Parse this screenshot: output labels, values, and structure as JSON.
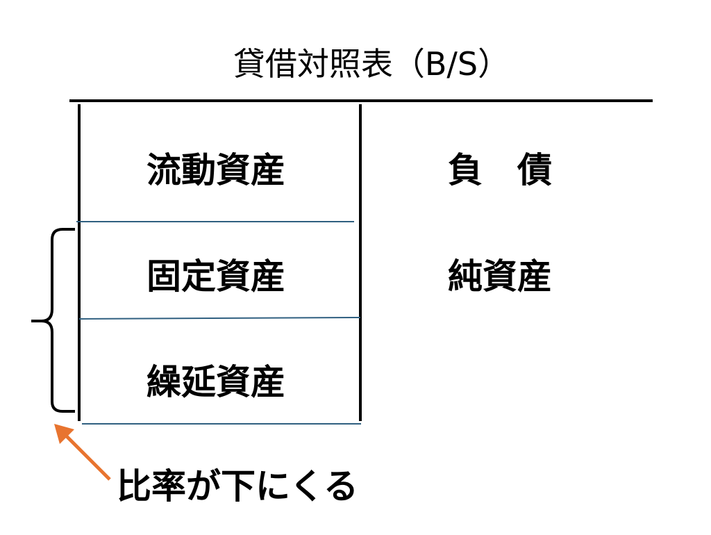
{
  "title": "貸借対照表（B/S）",
  "assets": [
    "流動資産",
    "固定資産",
    "繰延資産"
  ],
  "liabilities_equity": [
    "負　債",
    "純資産"
  ],
  "annotation": "比率が下にくる",
  "colors": {
    "divider": "#2f5f80",
    "arrow": "#e8742f",
    "line": "#000000"
  }
}
